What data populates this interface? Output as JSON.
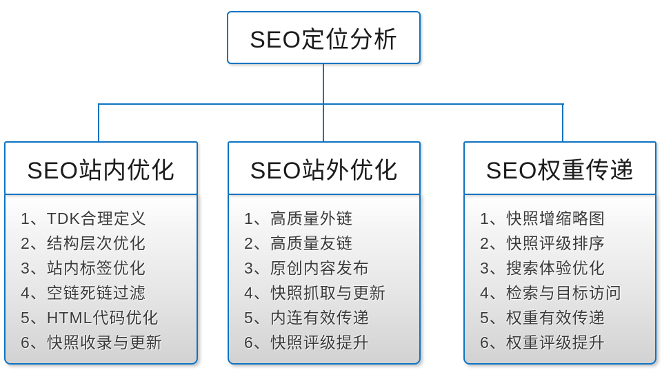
{
  "diagram": {
    "root": {
      "label": "SEO定位分析"
    },
    "columns": [
      {
        "title": "SEO站内优化",
        "items": [
          "1、TDK合理定义",
          "2、结构层次优化",
          "3、站内标签优化",
          "4、空链死链过滤",
          "5、HTML代码优化",
          "6、快照收录与更新"
        ]
      },
      {
        "title": "SEO站外优化",
        "items": [
          "1、高质量外链",
          "2、高质量友链",
          "3、原创内容发布",
          "4、快照抓取与更新",
          "5、内连有效传递",
          "6、快照评级提升"
        ]
      },
      {
        "title": "SEO权重传递",
        "items": [
          "1、快照增缩略图",
          "2、快照评级排序",
          "3、搜索体验优化",
          "4、检索与目标访问",
          "5、权重有效传递",
          "6、权重评级提升"
        ]
      }
    ],
    "colors": {
      "connector_line": "#0e73c2",
      "box_border": "#0e73c2",
      "node_background": "#ffffff",
      "list_gradient_top": "#ffffff",
      "list_gradient_bottom": "#d2d2d2",
      "title_text": "#1b1b1b",
      "item_text": "#3a3a3a"
    }
  }
}
